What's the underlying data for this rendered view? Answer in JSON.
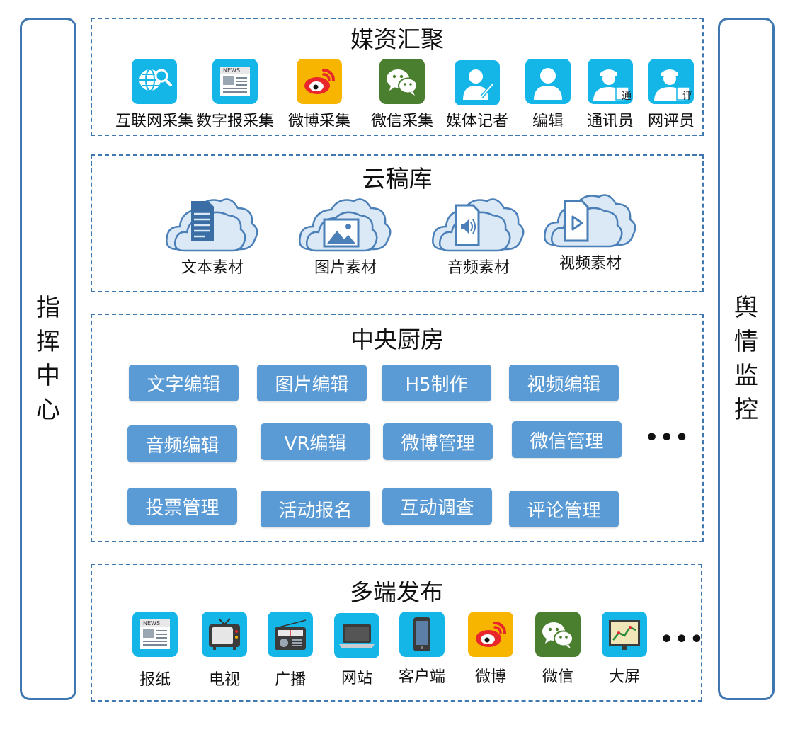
{
  "sides": {
    "left": {
      "label": "指挥中心",
      "chars": [
        "指",
        "挥",
        "中",
        "心"
      ]
    },
    "right": {
      "label": "舆情监控",
      "chars": [
        "舆",
        "情",
        "监",
        "控"
      ]
    }
  },
  "media": {
    "title": "媒资汇聚",
    "items": [
      {
        "label": "互联网采集",
        "icon": "globe-search-icon"
      },
      {
        "label": "数字报采集",
        "icon": "newspaper-icon"
      },
      {
        "label": "微博采集",
        "icon": "weibo-icon"
      },
      {
        "label": "微信采集",
        "icon": "wechat-icon"
      },
      {
        "label": "媒体记者",
        "icon": "reporter-icon"
      },
      {
        "label": "编辑",
        "icon": "editor-icon"
      },
      {
        "label": "通讯员",
        "icon": "correspondent-icon",
        "badge": "通"
      },
      {
        "label": "网评员",
        "icon": "commentator-icon",
        "badge": "评"
      }
    ]
  },
  "cloud": {
    "title": "云稿库",
    "items": [
      {
        "label": "文本素材",
        "icon": "cloud-text-icon"
      },
      {
        "label": "图片素材",
        "icon": "cloud-image-icon"
      },
      {
        "label": "音频素材",
        "icon": "cloud-audio-icon"
      },
      {
        "label": "视频素材",
        "icon": "cloud-video-icon"
      }
    ]
  },
  "kitchen": {
    "title": "中央厨房",
    "buttons": [
      "文字编辑",
      "图片编辑",
      "H5制作",
      "视频编辑",
      "音频编辑",
      "VR编辑",
      "微博管理",
      "微信管理",
      "投票管理",
      "活动报名",
      "互动调查",
      "评论管理"
    ],
    "more": "•••"
  },
  "publish": {
    "title": "多端发布",
    "items": [
      {
        "label": "报纸",
        "icon": "newspaper-icon"
      },
      {
        "label": "电视",
        "icon": "tv-icon"
      },
      {
        "label": "广播",
        "icon": "radio-icon"
      },
      {
        "label": "网站",
        "icon": "laptop-icon"
      },
      {
        "label": "客户端",
        "icon": "smartphone-icon"
      },
      {
        "label": "微博",
        "icon": "weibo-icon"
      },
      {
        "label": "微信",
        "icon": "wechat-icon"
      },
      {
        "label": "大屏",
        "icon": "big-screen-icon"
      }
    ],
    "more": "•••"
  },
  "colors": {
    "border": "#3f78b0",
    "button": "#5b9bd5",
    "icon_blue": "#14b6e8",
    "weibo_bg": "#f7b500",
    "wechat_bg": "#4a7f2f"
  }
}
